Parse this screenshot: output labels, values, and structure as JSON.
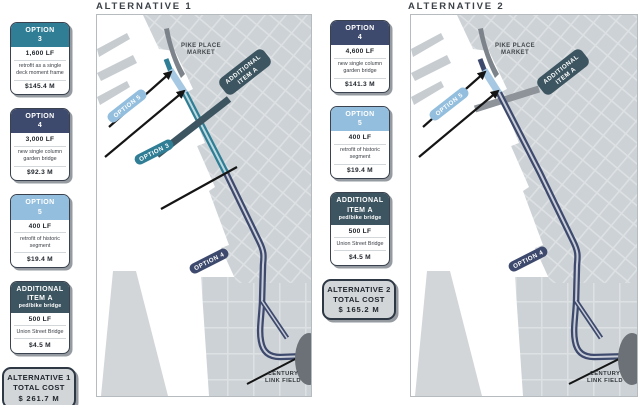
{
  "colors": {
    "teal": "#2f7e95",
    "teal_center": "#bcd9e0",
    "navy": "#3e4a6d",
    "navy_center": "#c9ced9",
    "light_blue": "#a7c8e2",
    "option5_header": "#93bedd",
    "slate": "#3d5560",
    "bar_gray": "#8d9399",
    "stadium_gray": "#6b7177",
    "pike_wedge_gray": "#7d838a"
  },
  "alt1": {
    "title": "ALTERNATIVE 1",
    "options": [
      {
        "name": "OPTION",
        "number": "3",
        "color": "#2f7e95",
        "length": "1,600 LF",
        "desc": "retrofit as a single deck moment frame",
        "cost": "$145.4 M"
      },
      {
        "name": "OPTION",
        "number": "4",
        "color": "#3e4a6d",
        "length": "3,000 LF",
        "desc": "new single column garden bridge",
        "cost": "$92.3 M"
      },
      {
        "name": "OPTION",
        "number": "5",
        "color": "#93bedd",
        "length": "400 LF",
        "desc": "retrofit of historic segment",
        "cost": "$19.4 M"
      },
      {
        "name": "ADDITIONAL",
        "number": "ITEM A",
        "sub": "ped/bike bridge",
        "color": "#3d5560",
        "length": "500 LF",
        "desc": "Union Street Bridge",
        "cost": "$4.5 M"
      }
    ],
    "total": {
      "line1": "ALTERNATIVE 1",
      "line2": "TOTAL COST",
      "cost": "$ 261.7 M"
    },
    "map": {
      "pike_place_line1": "PIKE PLACE",
      "pike_place_line2": "MARKET",
      "option5_label": "OPTION 5",
      "option3_label": "OPTION 3",
      "option4_label": "OPTION 4",
      "additional_line1": "ADDITIONAL",
      "additional_line2": "ITEM A",
      "century_line1": "CENTURY",
      "century_line2": "LINK FIELD"
    }
  },
  "alt2": {
    "title": "ALTERNATIVE 2",
    "options": [
      {
        "name": "OPTION",
        "number": "4",
        "color": "#3e4a6d",
        "length": "4,600 LF",
        "desc": "new single column garden bridge",
        "cost": "$141.3 M"
      },
      {
        "name": "OPTION",
        "number": "5",
        "color": "#93bedd",
        "length": "400 LF",
        "desc": "retrofit of historic segment",
        "cost": "$19.4 M"
      },
      {
        "name": "ADDITIONAL",
        "number": "ITEM A",
        "sub": "ped/bike bridge",
        "color": "#3d5560",
        "length": "500 LF",
        "desc": "Union Street Bridge",
        "cost": "$4.5 M"
      }
    ],
    "total": {
      "line1": "ALTERNATIVE 2",
      "line2": "TOTAL COST",
      "cost": "$ 165.2 M"
    },
    "map": {
      "pike_place_line1": "PIKE PLACE",
      "pike_place_line2": "MARKET",
      "option5_label": "OPTION 5",
      "option4_label": "OPTION 4",
      "additional_line1": "ADDITIONAL",
      "additional_line2": "ITEM A",
      "century_line1": "CENTURY",
      "century_line2": "LINK FIELD"
    }
  }
}
